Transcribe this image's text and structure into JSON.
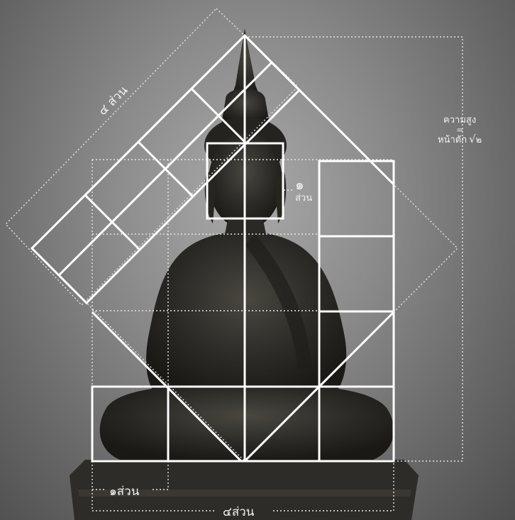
{
  "labels": {
    "four_parts_diagonal": "๔ ส่วน",
    "height_title": "ความสูง",
    "height_equals": "=",
    "height_rest": "หน้าตัก",
    "sqrt_symbol": "√",
    "sqrt_number": "๒",
    "one_part_number": "๑",
    "one_part_word": "ส่วน",
    "one_part_base": "๑ส่วน",
    "four_parts_base": "๔ส่วน"
  },
  "colors": {
    "grid_line": "#ffffff",
    "dotted_line": "#e6e6e6",
    "statue_body": "#2b2a26",
    "pedestal": "#2e2c28",
    "background_center": "#a9a9a9",
    "background_edge": "#4e4e4e"
  },
  "grid": {
    "columns": 4,
    "rows": 4,
    "tilted_columns": 2,
    "tilted_rows": 4,
    "rotation_degrees": 45
  }
}
